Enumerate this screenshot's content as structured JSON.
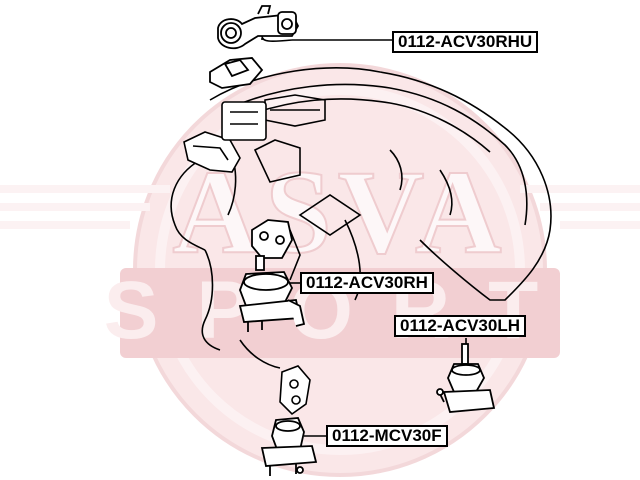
{
  "watermark": {
    "brand_text": "ASVA",
    "sub_text": "SPORT",
    "color": "#e8b4b8"
  },
  "parts": [
    {
      "id": "rhu",
      "label": "0112-ACV30RHU"
    },
    {
      "id": "rh",
      "label": "0112-ACV30RH"
    },
    {
      "id": "lh",
      "label": "0112-ACV30LH"
    },
    {
      "id": "f",
      "label": "0112-MCV30F"
    }
  ],
  "colors": {
    "line": "#000000",
    "label_border": "#000000",
    "label_bg": "#ffffff"
  }
}
